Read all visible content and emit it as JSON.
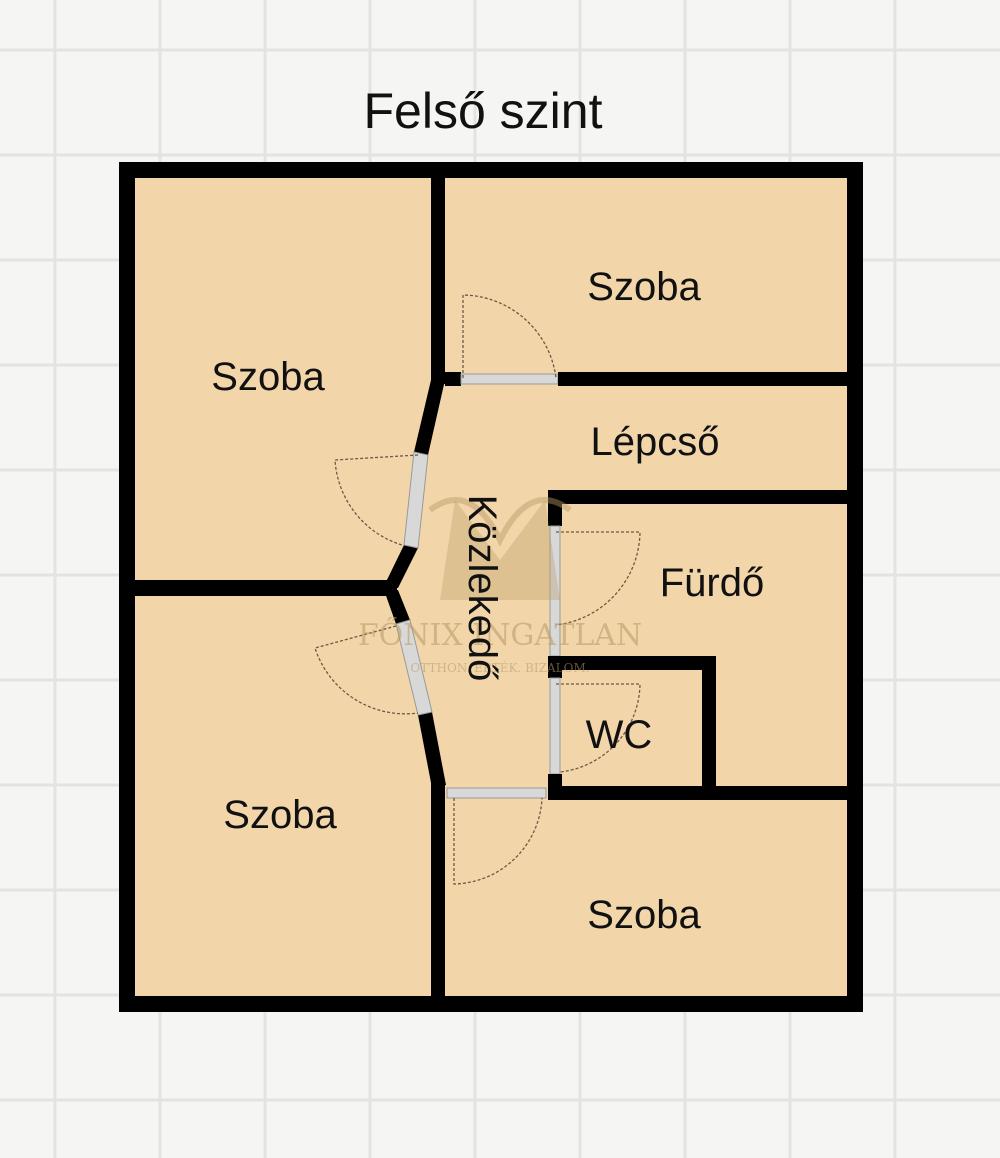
{
  "title": "Felső szint",
  "rooms": {
    "top_left": "Szoba",
    "top_right": "Szoba",
    "stairs": "Lépcső",
    "corridor": "Közlekedő",
    "bathroom": "Fürdő",
    "wc": "WC",
    "bottom_left": "Szoba",
    "bottom_right": "Szoba"
  },
  "watermark": {
    "brand": "FŐNIX INGATLAN",
    "tagline": "OTTHON. ÉRTÉK. BIZALOM."
  },
  "colors": {
    "floor": "#f2d6aa",
    "wall": "#000000",
    "background": "#f5f5f3",
    "grid": "#e3e3e1"
  }
}
